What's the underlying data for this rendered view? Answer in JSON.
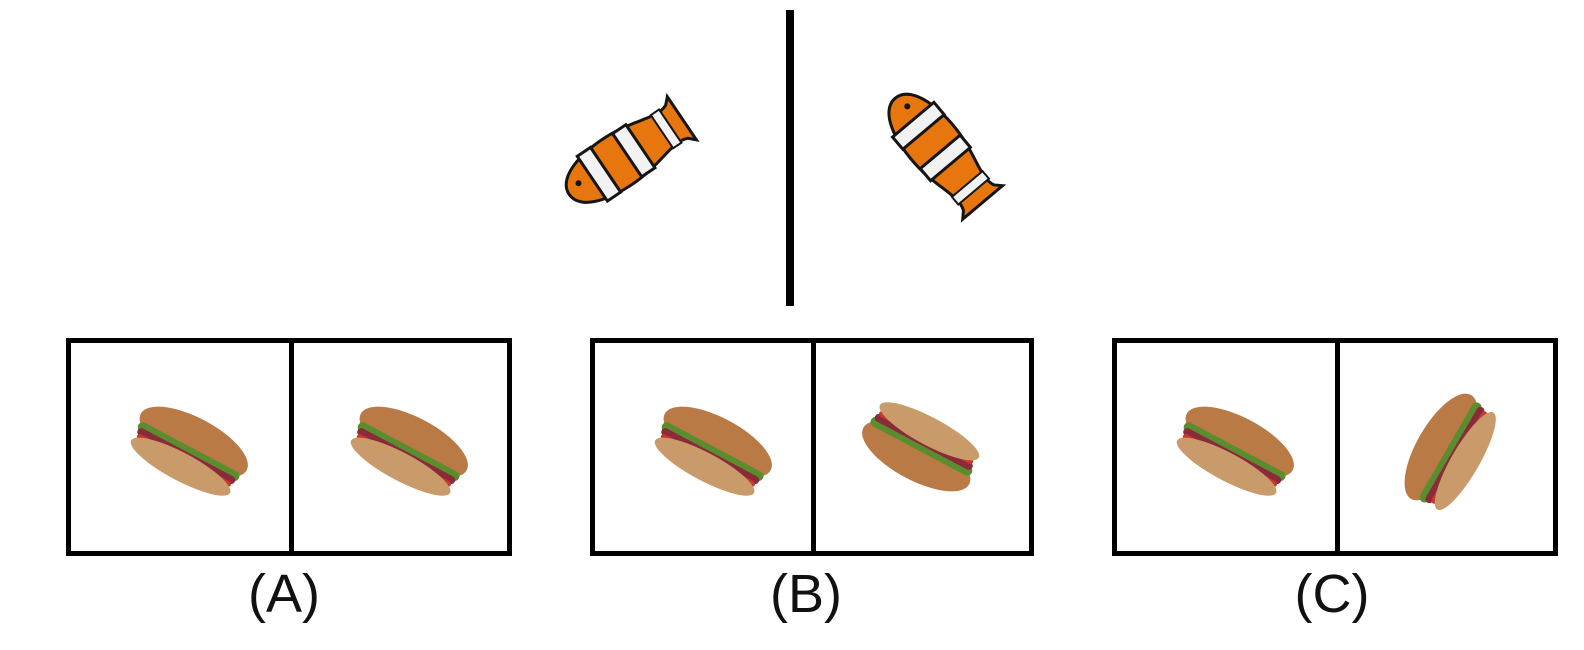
{
  "options": [
    {
      "label": "(A)"
    },
    {
      "label": "(B)"
    },
    {
      "label": "(C)"
    }
  ],
  "colors": {
    "clownfish_orange": "#e8760e",
    "clownfish_white": "#f2f2f2",
    "clownfish_black": "#151515",
    "bread": "#b97a45",
    "lettuce": "#5a8d2e",
    "tomato": "#c8372c",
    "salami": "#8a2a3a"
  },
  "icons": {
    "reference_left": "clownfish-icon",
    "reference_right": "clownfish-icon",
    "option_images": "sandwich-icon"
  }
}
